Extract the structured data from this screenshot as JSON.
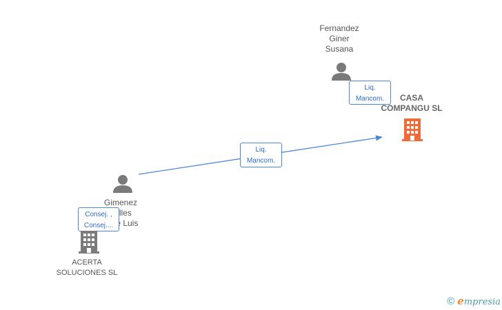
{
  "nodes": {
    "fernandez": {
      "lines": [
        "Fernandez",
        "Giner",
        "Susana"
      ]
    },
    "casa": {
      "lines": [
        "CASA",
        "COMPANGU SL"
      ]
    },
    "gimenez": {
      "lines": [
        "Gimenez",
        "Valles",
        "Jose Luis"
      ]
    },
    "acerta": {
      "lines": [
        "ACERTA",
        "SOLUCIONES SL"
      ]
    }
  },
  "edges": {
    "fernandez_casa": {
      "lines": [
        "Liq.",
        "Mancom."
      ]
    },
    "gimenez_casa": {
      "lines": [
        "Liq.",
        "Mancom."
      ]
    },
    "acerta_gimenez": {
      "lines": [
        "Consej. ,",
        "Consej...."
      ]
    }
  },
  "colors": {
    "edge": "#4a86d8",
    "person_icon": "#7a7a7a",
    "company_icon": "#7a7a7a",
    "main_company_icon": "#f06a3a"
  },
  "icons": {
    "person": "person-icon",
    "company": "building-icon"
  },
  "footer": {
    "copyright_symbol": "©",
    "brand_initial": "e",
    "brand_rest": "mpresia"
  }
}
